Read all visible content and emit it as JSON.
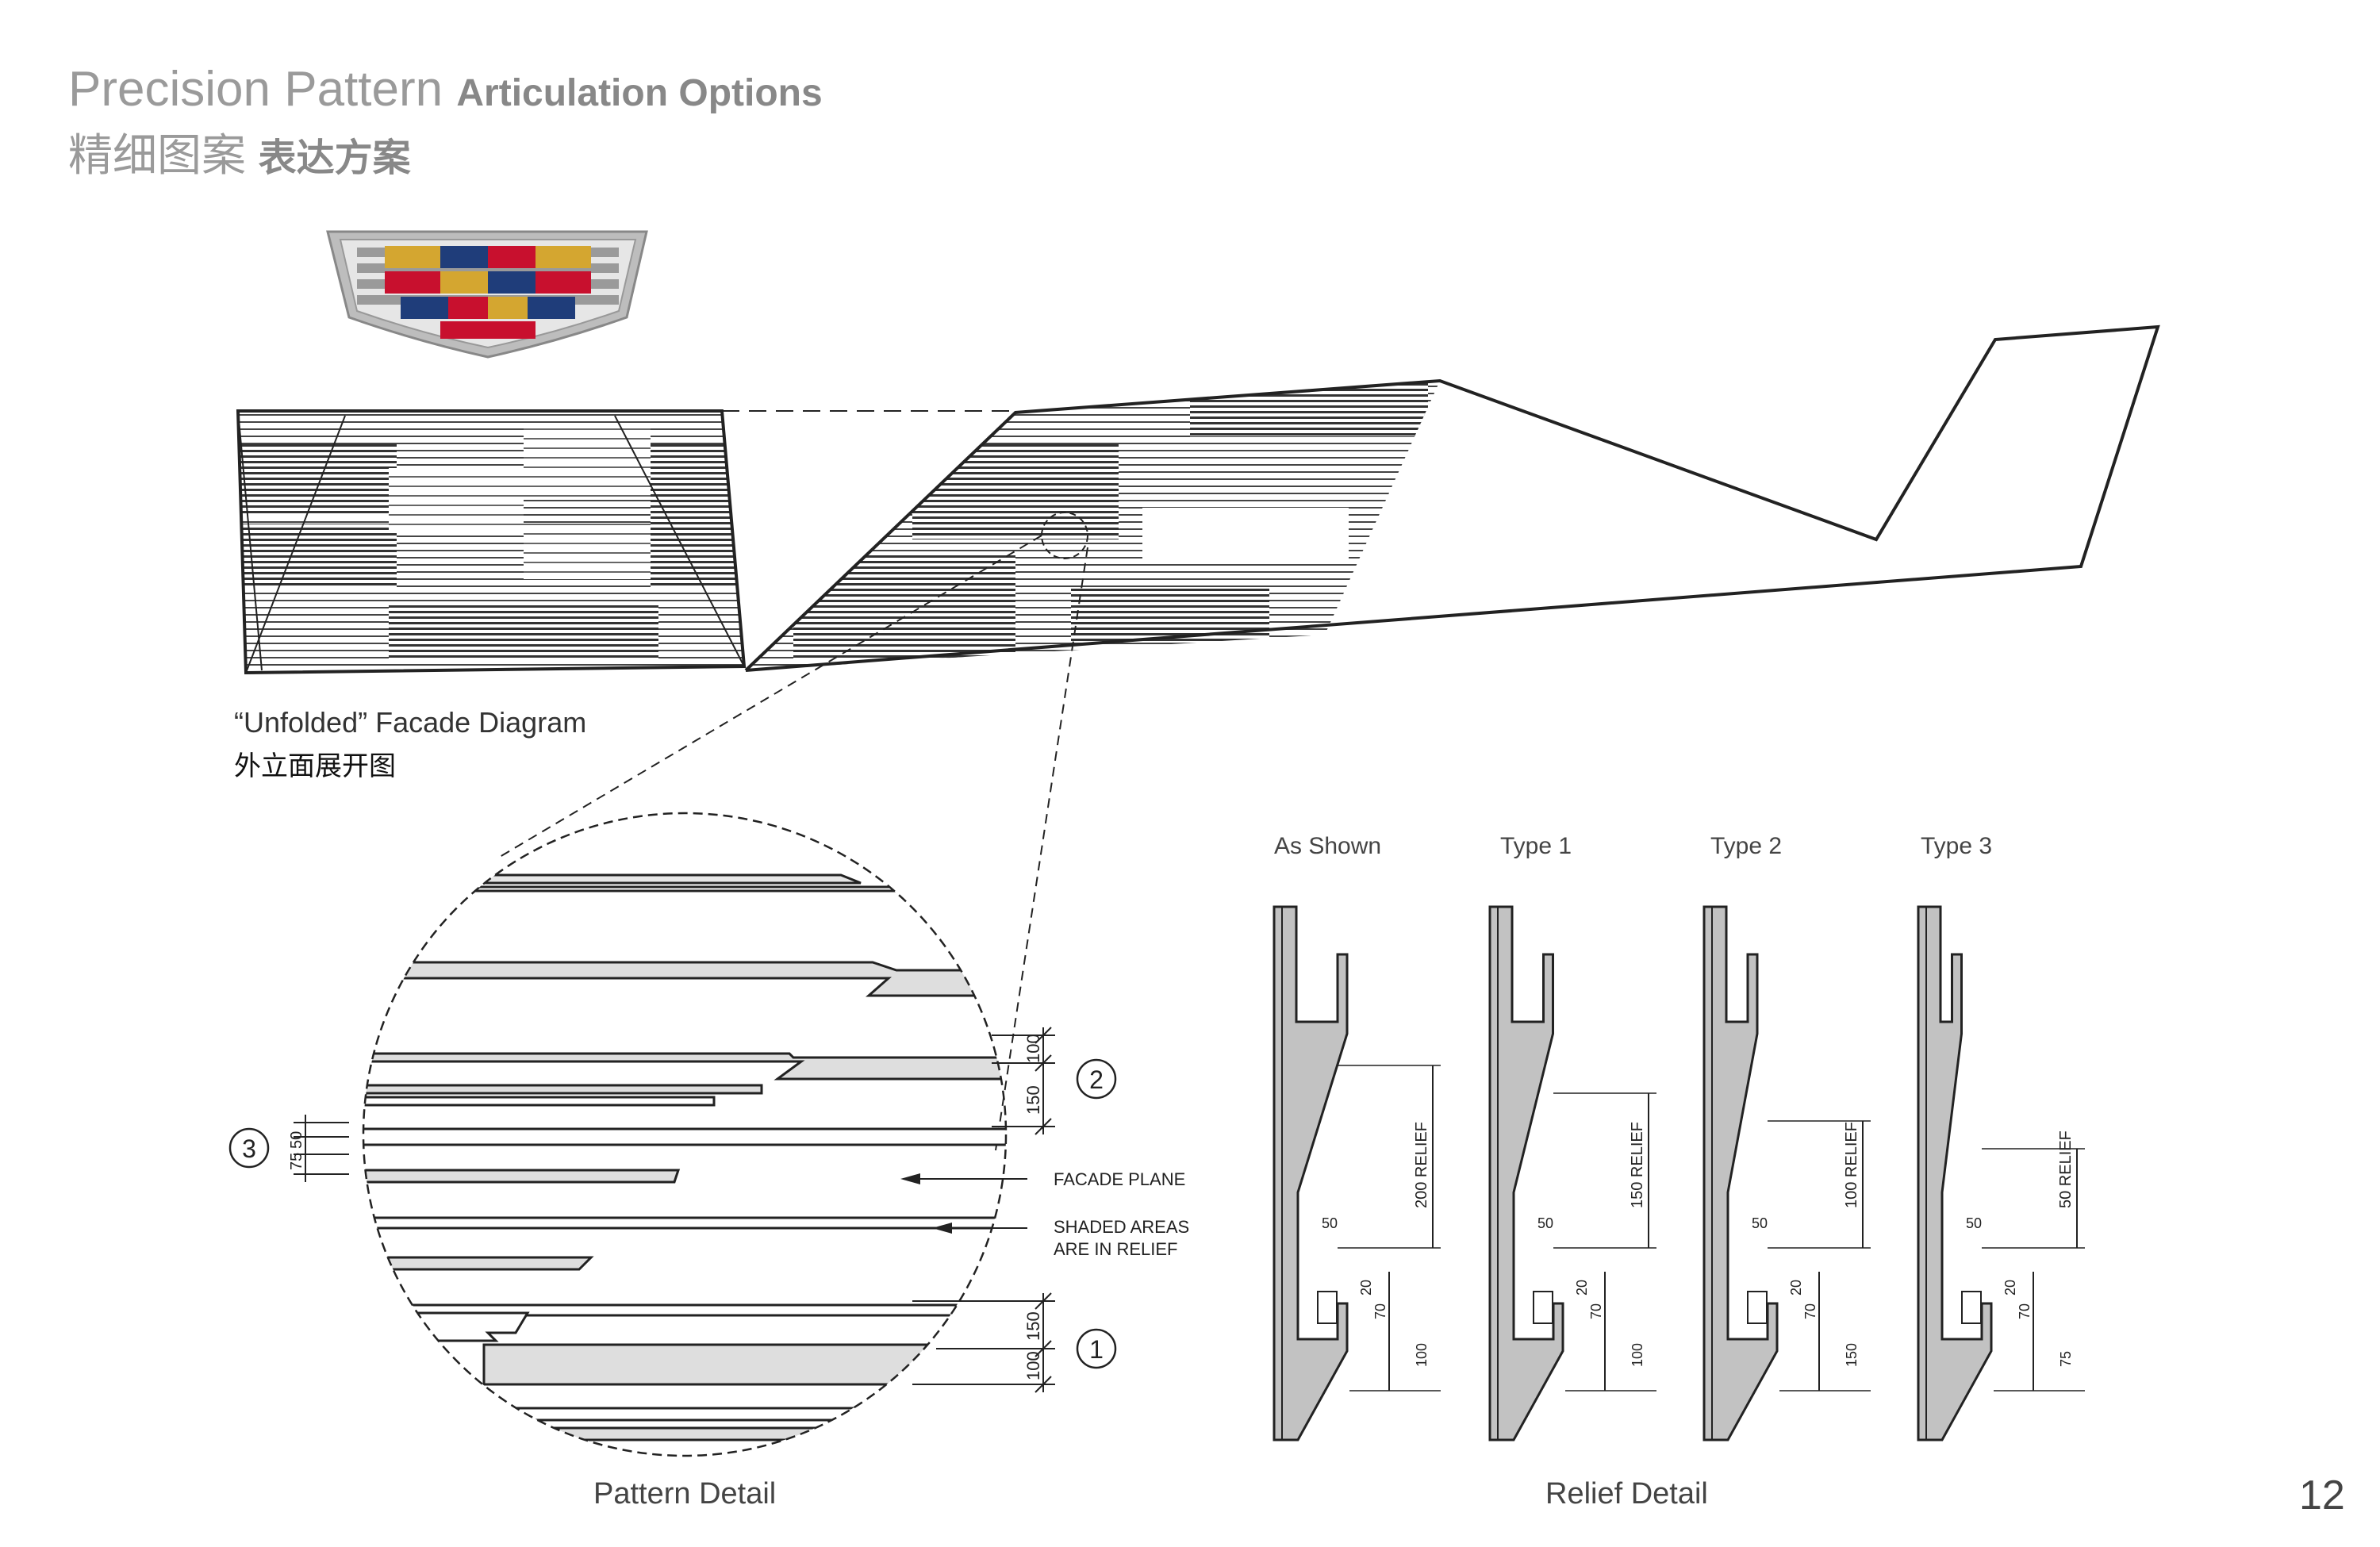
{
  "header": {
    "title_en_light": "Precision Pattern",
    "title_en_bold": "Articulation Options",
    "title_cn_light": "精细图案",
    "title_cn_bold": "表达方案"
  },
  "logo": {
    "name": "cadillac-crest-logo",
    "colors": [
      "#c8102e",
      "#d4a630",
      "#1f3d7a",
      "#b0b0b0"
    ]
  },
  "unfolded_diagram": {
    "caption_en": "“Unfolded” Facade Diagram",
    "caption_cn": "外立面展开图"
  },
  "pattern_detail": {
    "label": "Pattern Detail",
    "callouts": {
      "one": "1",
      "two": "2",
      "three": "3"
    },
    "dims": {
      "d100a": "100",
      "d150a": "150",
      "d75": "75",
      "d50": "50",
      "d150b": "150",
      "d100b": "100"
    },
    "notes": {
      "facade_plane": "FACADE PLANE",
      "shaded_line1": "SHADED AREAS",
      "shaded_line2": "ARE IN RELIEF"
    }
  },
  "relief_detail": {
    "label": "Relief Detail",
    "columns": [
      {
        "name": "As Shown",
        "relief": "200 RELIEF",
        "d50": "50",
        "d20": "20",
        "d70": "70",
        "dlow": "100"
      },
      {
        "name": "Type 1",
        "relief": "150 RELIEF",
        "d50": "50",
        "d20": "20",
        "d70": "70",
        "dlow": "100"
      },
      {
        "name": "Type 2",
        "relief": "100 RELIEF",
        "d50": "50",
        "d20": "20",
        "d70": "70",
        "dlow": "150"
      },
      {
        "name": "Type 3",
        "relief": "50 RELIEF",
        "d50": "50",
        "d20": "20",
        "d70": "70",
        "dlow": "75"
      }
    ]
  },
  "page_number": "12"
}
